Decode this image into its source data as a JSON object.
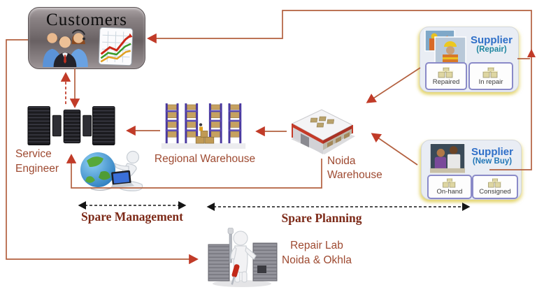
{
  "nodes": {
    "customers": {
      "label": "Customers"
    },
    "supplier_repair": {
      "title": "Supplier",
      "subtitle": "(Repair)",
      "bins": [
        "Repaired",
        "In repair"
      ]
    },
    "supplier_new_buy": {
      "title": "Supplier",
      "subtitle": "(New Buy)",
      "bins": [
        "On-hand",
        "Consigned"
      ]
    },
    "service_engineer": {
      "line1": "Service",
      "line2": "Engineer"
    },
    "regional_warehouse": {
      "label": "Regional Warehouse"
    },
    "noida_warehouse": {
      "line1": "Noida",
      "line2": "Warehouse"
    },
    "repair_lab": {
      "line1": "Repair Lab",
      "line2": "Noida & Okhla"
    }
  },
  "sections": {
    "spare_management": {
      "label": "Spare Management"
    },
    "spare_planning": {
      "label": "Spare Planning"
    }
  },
  "edges": [
    {
      "from": "supplier-new-buy",
      "to": "top-right-junction",
      "style": "solid",
      "arrowhead": "up-at-junction"
    },
    {
      "from": "supplier-repair",
      "to": "customers",
      "style": "solid",
      "route": "top"
    },
    {
      "from": "service-engineer",
      "to": "customers",
      "style": "dashed",
      "direction": "up"
    },
    {
      "from": "customers",
      "to": "service-engineer",
      "style": "solid",
      "direction": "down"
    },
    {
      "from": "regional-warehouse",
      "to": "service-engineer",
      "style": "solid"
    },
    {
      "from": "noida-warehouse",
      "to": "regional-warehouse",
      "style": "solid"
    },
    {
      "from": "supplier-repair",
      "to": "noida-warehouse",
      "style": "solid"
    },
    {
      "from": "supplier-new-buy",
      "to": "noida-warehouse",
      "style": "solid"
    },
    {
      "from": "noida-warehouse",
      "to": "service-engineer",
      "style": "solid",
      "route": "bottom"
    },
    {
      "from": "customers",
      "to": "repair-lab",
      "style": "solid",
      "route": "left-edge"
    },
    {
      "span": "spare-management",
      "style": "dashed-double-arrow"
    },
    {
      "span": "spare-planning",
      "style": "dashed-double-arrow"
    }
  ],
  "colors": {
    "arrow_line": "#b3603f",
    "arrowhead": "#c13b28",
    "dashed_span": "#151515",
    "node_label": "#9e4a31",
    "section_label": "#7c2917",
    "supplier_title": "#2f6fc8",
    "supplier_repair_subtitle": "#1f86a0",
    "supplier_newbuy_subtitle": "#2277b8",
    "bin_border": "#8a8ac8",
    "customers_box": "#696163"
  },
  "icons": {
    "customers-people-icon": "three customer-service people",
    "sales-chart-icon": "rising line chart panel",
    "server-rack-icon": "black server towers",
    "globe-laptop-icon": "globe with figure at laptop",
    "warehouse-rack-icon": "pallet racking with boxes",
    "warehouse-building-icon": "isometric warehouse building",
    "supplier-repair-photo": "workers with hard hats photo",
    "supplier-newbuy-photo": "buyers photo",
    "parts-bin-icon": "stacked spare-part boxes",
    "repair-technician-icon": "figure with screwdriver between equipment racks"
  }
}
